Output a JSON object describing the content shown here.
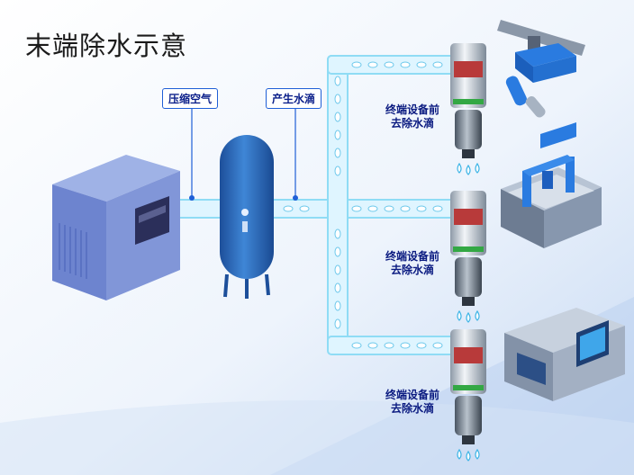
{
  "title": "末端除水示意",
  "labels": {
    "compressed_air": "压缩空气",
    "water_generation": "产生水滴"
  },
  "filter_notes": [
    {
      "line1": "终端设备前",
      "line2": "去除水滴"
    },
    {
      "line1": "终端设备前",
      "line2": "去除水滴"
    },
    {
      "line1": "终端设备前",
      "line2": "去除水滴"
    }
  ],
  "colors": {
    "pipe": "#dff5ff",
    "pipe_edge": "#8fdcf5",
    "tank": "#2c6fc4",
    "tag_border": "#1f5fd6",
    "note_text": "#0a1a80",
    "background_accent": "#c9dcf5"
  }
}
